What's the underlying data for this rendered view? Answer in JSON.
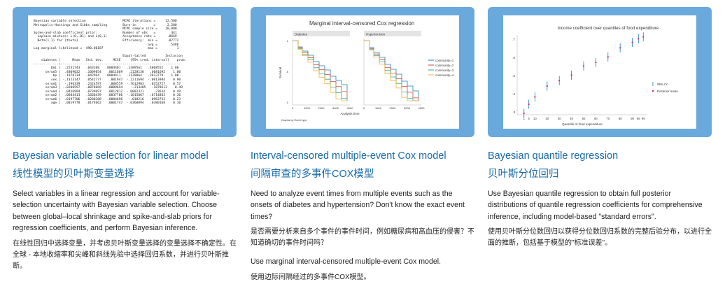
{
  "cards": [
    {
      "title_en": "Bayesian variable selection for linear model",
      "title_zh": "线性模型的贝叶斯变量选择",
      "desc_en": "Select variables in a linear regression and account for variable-selection uncertainty with Bayesian variable selection. Choose between global–local shrinkage and spike-and-slab priors for regression coefficients, and perform Bayesian inference.",
      "desc_zh": "在线性回归中选择变量，并考虑贝叶斯变量选择的变量选择不确定性。在全球 - 本地收缩率和尖峰和斜线先验中选择回归系数，并进行贝叶斯推断。",
      "thumb": {
        "header_left": [
          "Bayesian variable selection",
          "Metropolis-Hastings and Gibbs sampling",
          "",
          "Spike-and-slab coefficient prior:",
          "  Laplace mixture: L(0,.01) and L(0,1)",
          "  Beta(1,1) for {theta}",
          "",
          "Log marginal-likelihood = -490.80187"
        ],
        "header_right": [
          "MCMC iterations =     12,500",
          "Burn-in         =      2,500",
          "MCMC sample size =    10,000",
          "Number of obs   =        441",
          "Acceptance rate =      .8669",
          "Efficiency:  min =     .07772",
          "             avg =      .5486",
          "             max =          1"
        ],
        "col_header": "    diabetes |      Mean   Std. dev.     MCSE     [95% cred. interval]    prob.",
        "col_header_top": "                                              Equal-tailed          Inclusion",
        "rows": [
          "         bmi |  .2232743   .043208   .0004401   .1389561   .4068552    1.00",
          "      serum5 |  .4809032   .1009854   .0011669   .2128138   .6081692    1.00",
          "          bp |  .1978734   .042964   .0004411   .1128864   .2813779    1.00",
          "         sex | -.1323147   .0542777    .001947  -.2211694  -.0013984    0.90",
          "      serum1 |  -.196339   .2424597    .008559  -.7612903   .0352727    0.57",
          "      serum3 | -.0200597   .0878669   .0009694    -.213405   .1878613    0.49",
          "      serum4 |  .0436994   .0739697   .0012812  -.0082321     .23634    0.49",
          "      serum2 |  .0604413   .1666439   .0037706  -.1015067   .6714863    0.36",
          "      serum6 |  .0197706   .0280388   .0004696   -.018216   .0963732    0.23",
          "         age |  .0019778   .0174662   .0001747  -.0360894   .0380168    0.10"
        ]
      }
    },
    {
      "title_en": "Interval-censored multiple-event Cox model",
      "title_zh": "间隔审查的多事件COX模型",
      "desc_en": "Need to analyze event times from multiple events such as the onsets of diabetes and hypertension? Don't know the exact event times?",
      "desc_zh": "是否需要分析来自多个事件的事件时间，例如糖尿病和高血压的侵害？不知道确切的事件时间吗？",
      "desc_en2": "Use marginal interval-censored multiple-event Cox model.",
      "desc_zh2": "使用边际间隔经过的多事件COX模型。",
      "thumb": {
        "chart_title": "Marginal interval-censored Cox regression",
        "panels": [
          "Diabetes",
          "Hypertension"
        ],
        "ylabel": "Survival",
        "xlabel": "Analysis time",
        "note": "Graphs by Event type",
        "yticks": [
          "1",
          ".5",
          "0"
        ],
        "xticks": [
          "0",
          "1000",
          "2000",
          "3000",
          "4000"
        ],
        "legend": [
          "community=1",
          "community=2",
          "community=3",
          "community=4"
        ],
        "colors": [
          "#1a7fc1",
          "#d6463e",
          "#2fa98c",
          "#f2b134"
        ]
      }
    },
    {
      "title_en": "Bayesian quantile regression",
      "title_zh": "贝叶斯分位回归",
      "desc_en": "Use Bayesian quantile regression to obtain full posterior distributions of quantile regression coefficients for comprehensive inference, including model-based \"standard errors\".",
      "desc_zh": "使用贝叶斯分位数回归以获得分位数回归系数的完整后验分布，以进行全面的推断，包括基于模型的\"标准误差\"。",
      "thumb": {
        "chart_title": "Income coefficient over quantiles of food expenditure",
        "xlabel": "Quantile of food expenditure",
        "yticks": [
          ".7",
          ".6",
          ".5",
          ".4",
          ".3"
        ],
        "xticks": [
          "1",
          "5",
          "10",
          "20",
          "30",
          "40",
          "50",
          "60",
          "70",
          "80",
          "90",
          "95",
          "99"
        ],
        "legend": [
          "95% CrI",
          "Posterior mean"
        ],
        "colors": [
          "#1a7fc1",
          "#d6236a"
        ]
      }
    }
  ]
}
